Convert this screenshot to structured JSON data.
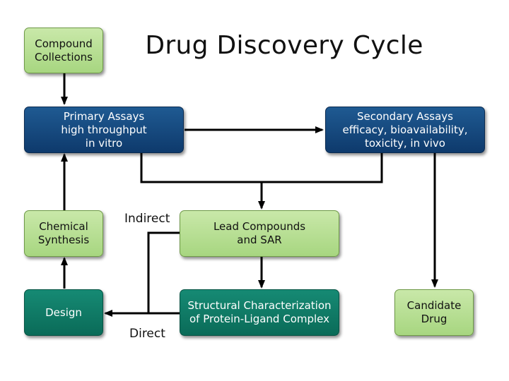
{
  "title": "Drug Discovery Cycle",
  "nodes": {
    "compound_collections": [
      "Compound",
      "Collections"
    ],
    "primary_assays": [
      "Primary Assays",
      "high throughput",
      "in vitro"
    ],
    "secondary_assays": [
      "Secondary Assays",
      "efficacy, bioavailability,",
      "toxicity, in vivo"
    ],
    "chemical_synthesis": [
      "Chemical",
      "Synthesis"
    ],
    "lead_compounds": [
      "Lead Compounds",
      "and SAR"
    ],
    "design": [
      "Design"
    ],
    "structural": [
      "Structural Characterization",
      "of Protein-Ligand Complex"
    ],
    "candidate": [
      "Candidate",
      "Drug"
    ]
  },
  "edge_labels": {
    "indirect": "Indirect",
    "direct": "Direct"
  },
  "colors": {
    "green": "#b5dd8f",
    "blue": "#12467d",
    "teal": "#0f7a64",
    "line": "#000000"
  }
}
